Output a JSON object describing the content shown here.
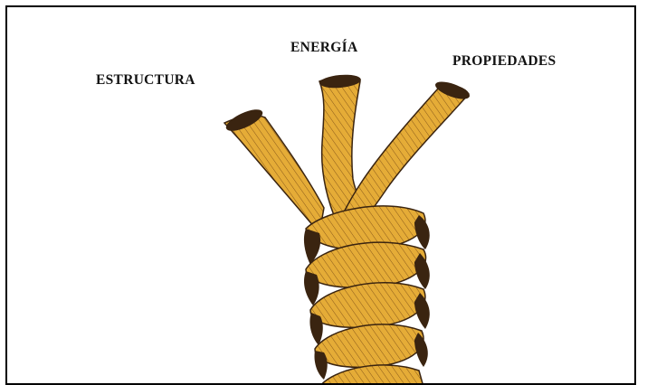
{
  "labels": {
    "estructura": "ESTRUCTURA",
    "energia": "ENERGÍA",
    "propiedades": "PROPIEDADES"
  },
  "colors": {
    "rope_fill": "#e5ac37",
    "rope_shadow": "#3a2410",
    "rope_line": "#7a4a12",
    "border": "#000000"
  },
  "icons": {
    "rope": "three-strand-rope-illustration"
  }
}
